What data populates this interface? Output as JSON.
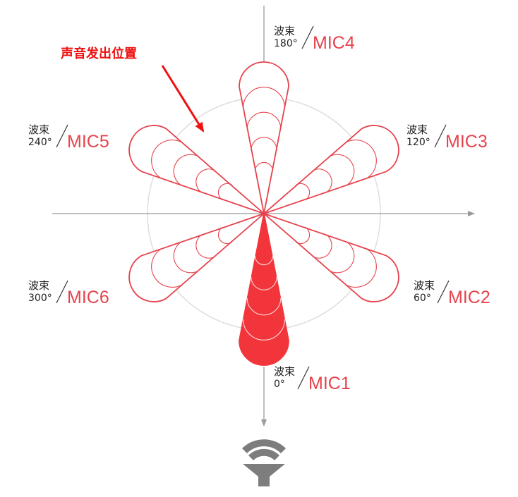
{
  "colors": {
    "accent": "#e6434d",
    "active": "#f2353b",
    "note": "#ee1111",
    "axis": "#9a9a9a",
    "guide": "#dcdcdc",
    "speaker": "#7d7d7d"
  },
  "annotation": {
    "text": "声音发出位置"
  },
  "beams": [
    {
      "word": "波束",
      "angle": "0°",
      "mic": "MIC1",
      "active": true
    },
    {
      "word": "波束",
      "angle": "60°",
      "mic": "MIC2",
      "active": false
    },
    {
      "word": "波束",
      "angle": "120°",
      "mic": "MIC3",
      "active": false
    },
    {
      "word": "波束",
      "angle": "180°",
      "mic": "MIC4",
      "active": false
    },
    {
      "word": "波束",
      "angle": "240°",
      "mic": "MIC5",
      "active": false
    },
    {
      "word": "波束",
      "angle": "300°",
      "mic": "MIC6",
      "active": false
    }
  ],
  "icons": {
    "speaker": "speaker-icon",
    "arrow": "arrow-icon"
  }
}
